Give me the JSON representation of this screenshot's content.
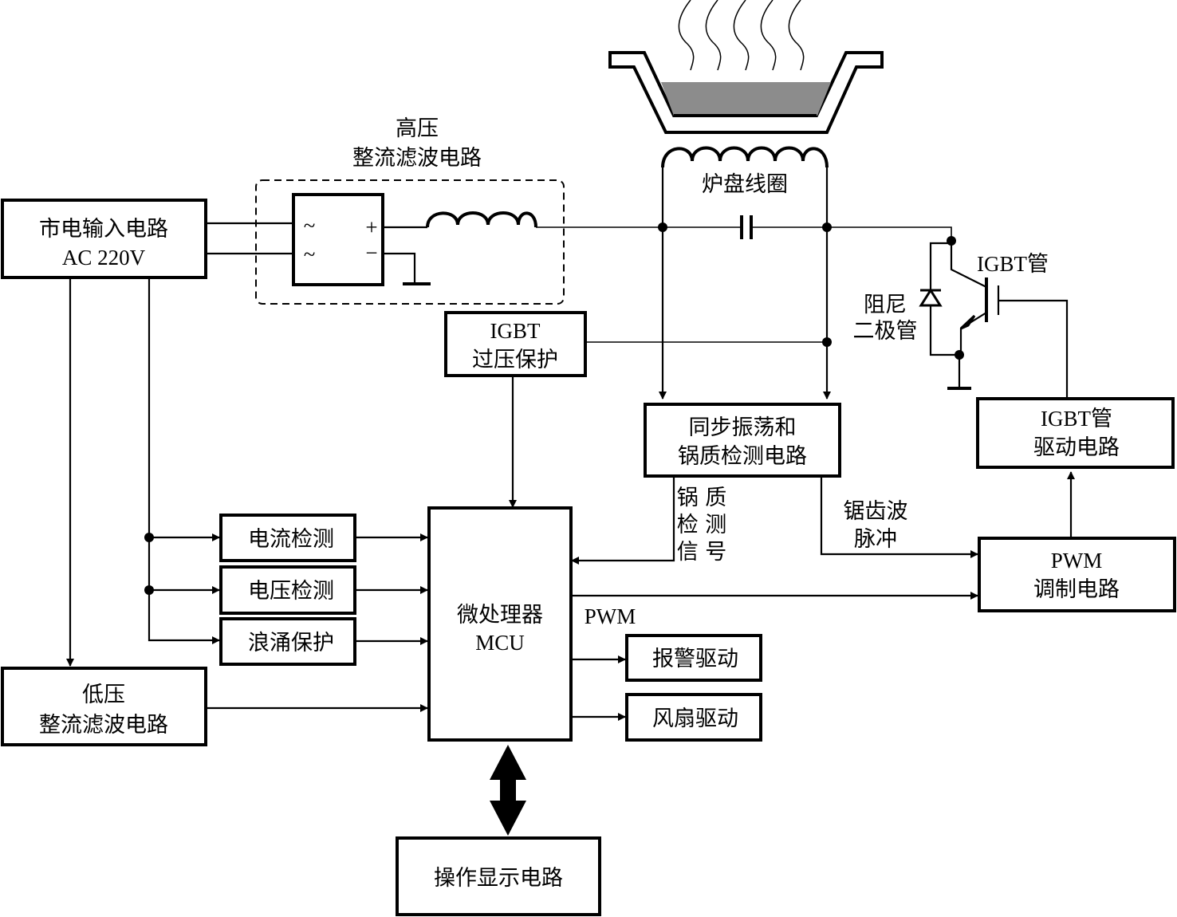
{
  "diagram": {
    "colors": {
      "line": "#000000",
      "background": "#ffffff",
      "liquid": "#8c8c8c"
    },
    "blocks": {
      "mains_input": {
        "line1": "市电输入电路",
        "line2": "AC 220V"
      },
      "hv_rectifier": {
        "line1": "高压",
        "line2": "整流滤波电路"
      },
      "rectifier_symbols": {
        "ac1": "~",
        "ac2": "~",
        "plus": "+",
        "minus": "−"
      },
      "coil": {
        "label": "炉盘线圈"
      },
      "igbt_tube": {
        "label": "IGBT管"
      },
      "damper_diode": {
        "line1": "阻尼",
        "line2": "二极管"
      },
      "igbt_overvoltage": {
        "line1": "IGBT",
        "line2": "过压保护"
      },
      "sync_osc": {
        "line1": "同步振荡和",
        "line2": "锅质检测电路"
      },
      "igbt_driver": {
        "line1": "IGBT管",
        "line2": "驱动电路"
      },
      "current_detect": {
        "label": "电流检测"
      },
      "voltage_detect": {
        "label": "电压检测"
      },
      "surge_protect": {
        "label": "浪涌保护"
      },
      "mcu": {
        "line1": "微处理器",
        "line2": "MCU"
      },
      "lv_rectifier": {
        "line1": "低压",
        "line2": "整流滤波电路"
      },
      "alarm_driver": {
        "label": "报警驱动"
      },
      "fan_driver": {
        "label": "风扇驱动"
      },
      "pwm_mod": {
        "line1": "PWM",
        "line2": "调制电路"
      },
      "display": {
        "label": "操作显示电路"
      }
    },
    "signals": {
      "pot_detect": {
        "line1": "锅 质",
        "line2": "检 测",
        "line3": "信 号"
      },
      "sawtooth": {
        "line1": "锯齿波",
        "line2": "脉冲"
      },
      "pwm": {
        "label": "PWM"
      }
    }
  }
}
